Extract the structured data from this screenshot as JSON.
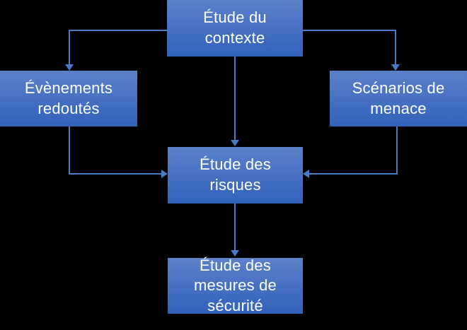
{
  "diagram": {
    "title_visible": false,
    "background_color": "#000000",
    "node_fill_top": "#5C80C9",
    "node_fill_bottom": "#3162BC",
    "connector_color": "#4A7BC8",
    "text_color": "#FFFFFF",
    "language": "fr",
    "nodes": [
      {
        "id": "contexte",
        "lines": [
          "Étude du",
          "contexte"
        ]
      },
      {
        "id": "evenements",
        "lines": [
          "Évènements",
          "redoutés"
        ]
      },
      {
        "id": "scenarios",
        "lines": [
          "Scénarios de",
          "menace"
        ]
      },
      {
        "id": "risques",
        "lines": [
          "Étude des risques"
        ]
      },
      {
        "id": "mesures",
        "lines": [
          "Étude des",
          "mesures de",
          "sécurité"
        ]
      }
    ],
    "edges": [
      {
        "id": "contexte-to-evenements",
        "from": "contexte",
        "to": "evenements",
        "style": "elbow-left-down",
        "arrow": "down"
      },
      {
        "id": "contexte-to-scenarios",
        "from": "contexte",
        "to": "scenarios",
        "style": "elbow-right-down",
        "arrow": "down"
      },
      {
        "id": "contexte-to-risques",
        "from": "contexte",
        "to": "risques",
        "style": "straight-down",
        "arrow": "down"
      },
      {
        "id": "evenements-to-risques",
        "from": "evenements",
        "to": "risques",
        "style": "elbow-down-right",
        "arrow": "right"
      },
      {
        "id": "scenarios-to-risques",
        "from": "scenarios",
        "to": "risques",
        "style": "elbow-down-left",
        "arrow": "left"
      },
      {
        "id": "risques-to-mesures",
        "from": "risques",
        "to": "mesures",
        "style": "straight-down",
        "arrow": "down"
      }
    ]
  }
}
